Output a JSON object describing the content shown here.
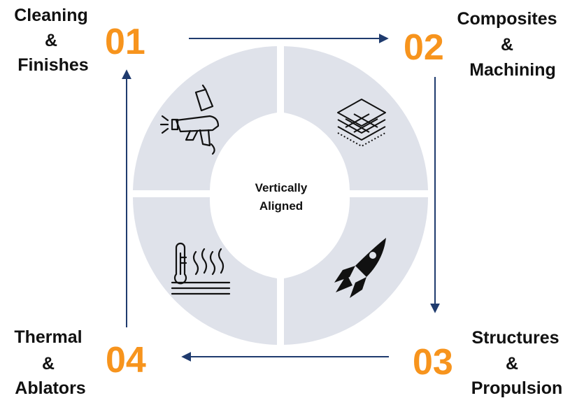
{
  "colors": {
    "accent": "#f7941d",
    "ring": "#dfe2ea",
    "arrow": "#1f3b6e",
    "icon": "#111111"
  },
  "center_label": {
    "line1": "Vertically",
    "line2": "Aligned"
  },
  "steps": [
    {
      "number": "01",
      "label_lines": [
        "Cleaning",
        "&",
        "Finishes"
      ],
      "icon": "spray-gun-icon"
    },
    {
      "number": "02",
      "label_lines": [
        "Composites",
        "&",
        "Machining"
      ],
      "icon": "layers-grid-icon"
    },
    {
      "number": "03",
      "label_lines": [
        "Structures",
        "&",
        "Propulsion"
      ],
      "icon": "rocket-icon"
    },
    {
      "number": "04",
      "label_lines": [
        "Thermal",
        "&",
        "Ablators"
      ],
      "icon": "thermometer-heat-icon"
    }
  ]
}
